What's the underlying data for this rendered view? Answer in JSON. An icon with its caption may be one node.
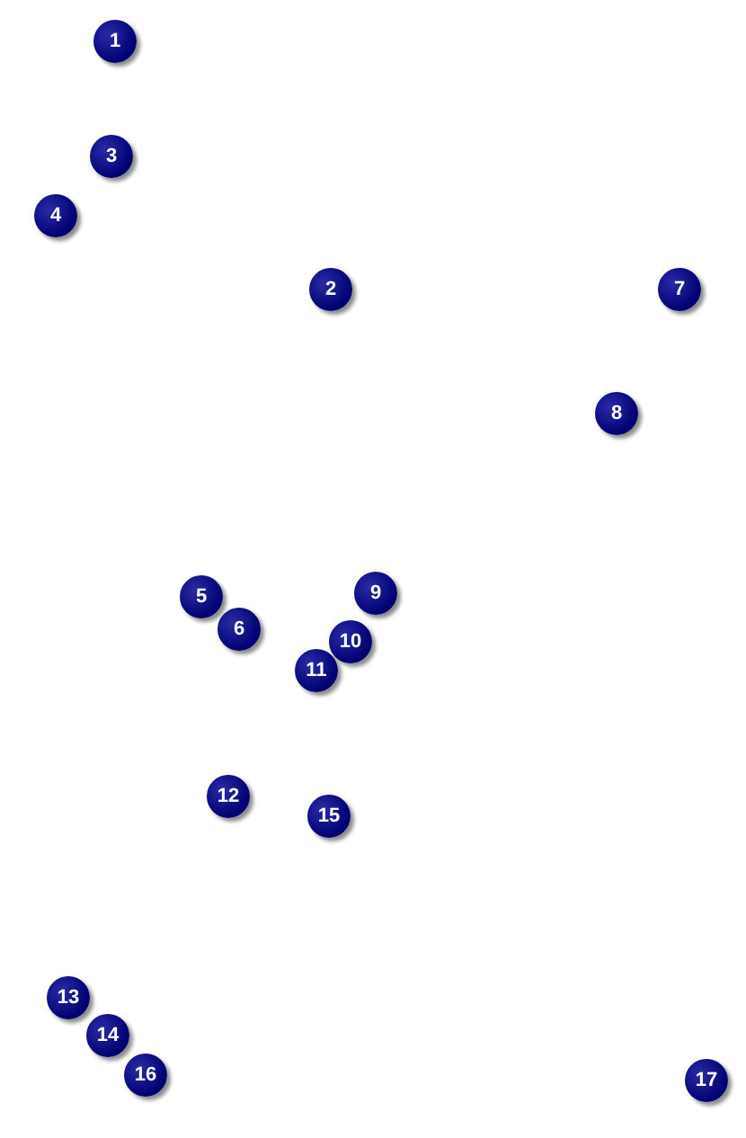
{
  "diagram": {
    "nodes": [
      {
        "text": [
          "1"
        ]
      },
      {
        "text": [
          "2"
        ]
      },
      {
        "text": [
          "3"
        ]
      },
      {
        "text": [
          "4"
        ]
      },
      {
        "text": [
          "5"
        ]
      },
      {
        "text": [
          "6"
        ]
      },
      {
        "text": [
          "7"
        ]
      },
      {
        "text": [
          "8"
        ]
      },
      {
        "text": [
          "9"
        ]
      },
      {
        "text": [
          "10"
        ]
      },
      {
        "text": [
          "11"
        ]
      },
      {
        "text": [
          "12"
        ]
      },
      {
        "text": [
          "13"
        ]
      },
      {
        "text": [
          "14"
        ]
      },
      {
        "text": [
          "15"
        ]
      },
      {
        "text": [
          "16"
        ]
      },
      {
        "text": [
          "17"
        ]
      }
    ],
    "edges": []
  }
}
